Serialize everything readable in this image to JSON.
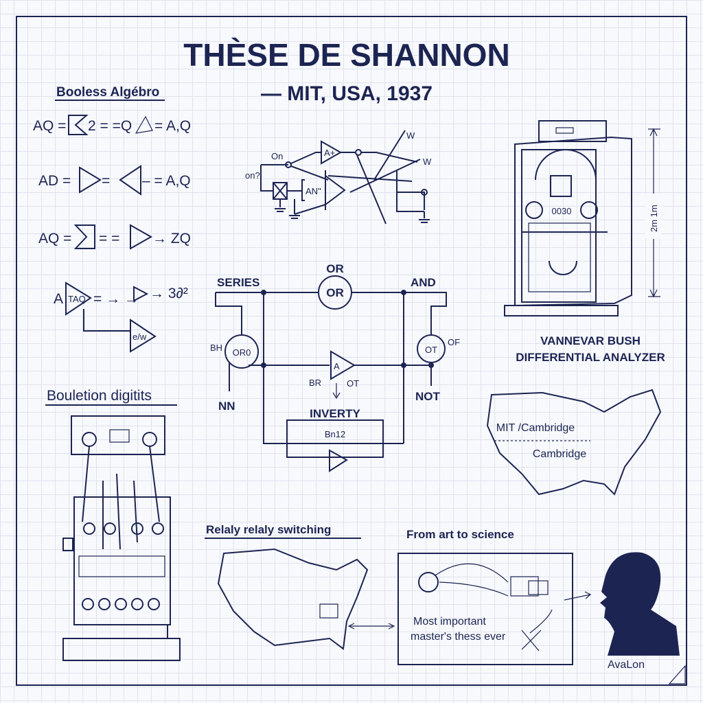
{
  "header": {
    "title": "THÈSE DE SHANNON",
    "subtitle": "— MIT, USA, 1937"
  },
  "boolean_algebra": {
    "heading": "Booless Algébro",
    "equations": [
      {
        "left": "AQ =",
        "right": "= A,Q",
        "mid": "2 = =Q"
      },
      {
        "left": "AD =",
        "right": "– = A,Q",
        "mid": "="
      },
      {
        "left": "AQ =",
        "right": "→ ZQ",
        "mid": "= ="
      },
      {
        "left": "A",
        "gate": "TAQ",
        "right": "→ 3∂²",
        "mid": "= → →",
        "sub_gate": "e/w"
      }
    ]
  },
  "top_circuit": {
    "labels": [
      "On",
      "on?",
      "A+",
      "AN\"",
      "W",
      "W"
    ]
  },
  "main_circuit": {
    "series": "SERIES",
    "or_top": "OR",
    "or_gate": "OR",
    "and": "AND",
    "left_input": "BH",
    "left_gate": "OR0",
    "right_gate": "OT",
    "right_label": "OF",
    "amp": "A",
    "amp_in": "BR",
    "amp_out": "OT",
    "left_bottom": "NN",
    "not": "NOT",
    "inverter": "INVERTY",
    "inverter_box": "Bn12"
  },
  "analyzer": {
    "counter": "0030",
    "dimension": "2m 1m",
    "caption_line1": "VANNEVAR BUSH",
    "caption_line2": "DIFFERENTIAL ANALYZER"
  },
  "map": {
    "label1": "MIT /Cambridge",
    "label2": "Cambridge"
  },
  "relay": {
    "heading": "Bouletion digitits"
  },
  "switching": {
    "heading": "Relaly relaly switching"
  },
  "science": {
    "heading": "From art to science",
    "line1": "Most important",
    "line2": "master's thess ever"
  },
  "signature": {
    "text": "AvaLon"
  },
  "colors": {
    "ink": "#1c2452",
    "paper": "#f8f9fc",
    "grid": "#dfe3ee"
  }
}
